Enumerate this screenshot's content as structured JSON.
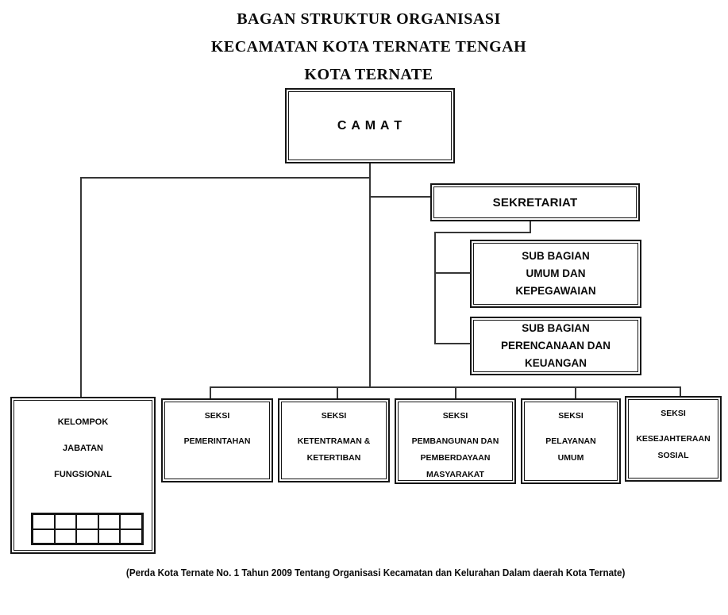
{
  "title": {
    "lines": [
      "BAGAN STRUKTUR ORGANISASI",
      "KECAMATAN KOTA TERNATE TENGAH",
      "KOTA TERNATE"
    ]
  },
  "nodes": {
    "camat": {
      "label": "C A M A T"
    },
    "sekretariat": {
      "label": "SEKRETARIAT"
    },
    "sub_bagian_umum": {
      "lines": [
        "SUB BAGIAN",
        "UMUM DAN",
        "KEPEGAWAIAN"
      ]
    },
    "sub_bagian_perencanaan": {
      "lines": [
        "SUB BAGIAN",
        "PERENCANAAN DAN",
        "KEUANGAN"
      ]
    },
    "kelompok": {
      "lines": [
        "KELOMPOK",
        "JABATAN",
        "FUNGSIONAL"
      ]
    },
    "seksi": [
      {
        "lines": [
          "SEKSI",
          "PEMERINTAHAN"
        ]
      },
      {
        "lines": [
          "SEKSI",
          "KETENTRAMAN &",
          "KETERTIBAN"
        ]
      },
      {
        "lines": [
          "SEKSI",
          "PEMBANGUNAN DAN",
          "PEMBERDAYAAN",
          "MASYARAKAT"
        ]
      },
      {
        "lines": [
          "SEKSI",
          "PELAYANAN",
          "UMUM"
        ]
      },
      {
        "lines": [
          "SEKSI",
          "KESEJAHTERAAN",
          "SOSIAL"
        ]
      }
    ]
  },
  "footer": "(Perda Kota Ternate No. 1 Tahun 2009 Tentang Organisasi Kecamatan dan Kelurahan Dalam daerah Kota Ternate)",
  "colors": {
    "background": "#ffffff",
    "line": "#363636",
    "border": "#151515",
    "text": "#0a0a0a"
  }
}
